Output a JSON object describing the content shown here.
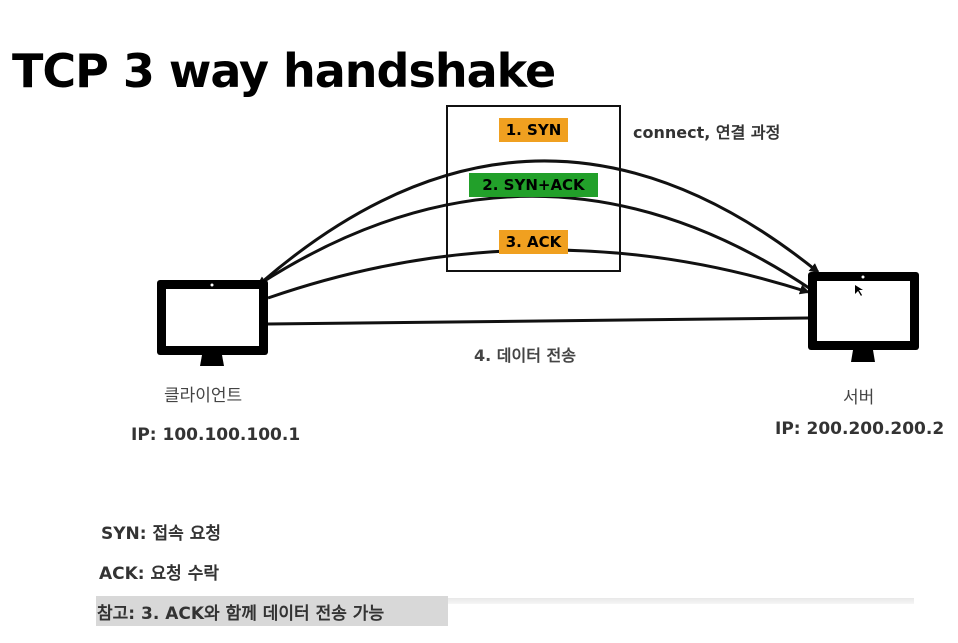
{
  "title": "TCP 3 way handshake",
  "steps": [
    {
      "label": "1. SYN",
      "color": "#f0a020"
    },
    {
      "label": "2. SYN+ACK",
      "color": "#22a02a"
    },
    {
      "label": "3. ACK",
      "color": "#f0a020"
    }
  ],
  "connect_note": "connect, 연결 과정",
  "data_transfer": "4. 데이터 전송",
  "client": {
    "name": "클라이언트",
    "ip": "IP: 100.100.100.1"
  },
  "server": {
    "name": "서버",
    "ip": "IP: 200.200.200.2"
  },
  "legend": {
    "syn": "SYN: 접속 요청",
    "ack": "ACK: 요청 수락",
    "note": "참고: 3. ACK와 함께 데이터 전송 가능"
  },
  "icons": {
    "client": "monitor-icon",
    "server": "monitor-icon"
  }
}
